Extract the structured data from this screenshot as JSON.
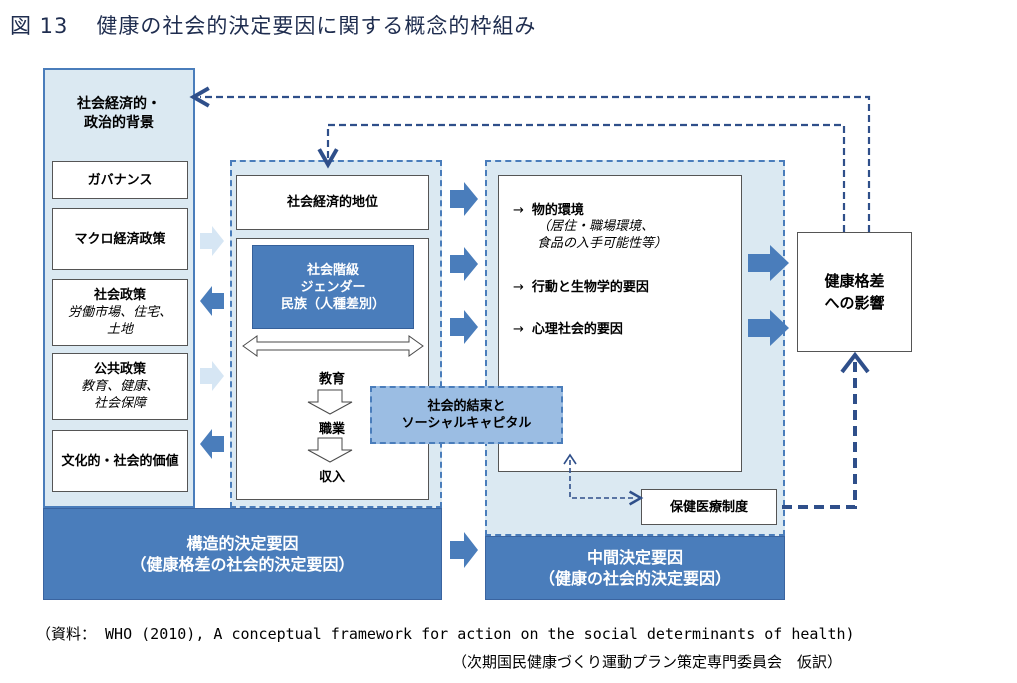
{
  "title": {
    "number": "図 13",
    "text": "健康の社会的決定要因に関する概念的枠組み"
  },
  "context": {
    "header_line1": "社会経済的・",
    "header_line2": "政治的背景",
    "items": [
      {
        "label": "ガバナンス",
        "sub": []
      },
      {
        "label": "マクロ経済政策",
        "sub": []
      },
      {
        "label": "社会政策",
        "sub": [
          "労働市場、住宅、",
          "土地"
        ]
      },
      {
        "label": "公共政策",
        "sub": [
          "教育、健康、",
          "社会保障"
        ]
      },
      {
        "label": "文化的・社会的価値",
        "sub": []
      }
    ]
  },
  "structural": {
    "position_label": "社会経済的地位",
    "strata": [
      "社会階級",
      "ジェンダー",
      "民族（人種差別）"
    ],
    "flow": [
      "教育",
      "職業",
      "収入"
    ]
  },
  "social_cohesion": [
    "社会的結束と",
    "ソーシャルキャピタル"
  ],
  "intermediary": {
    "items": [
      {
        "label": "物的環境",
        "sub": [
          "（居住・職場環境、",
          "食品の入手可能性等）"
        ]
      },
      {
        "label": "行動と生物学的要因",
        "sub": []
      },
      {
        "label": "心理社会的要因",
        "sub": []
      }
    ],
    "health_system": "保健医療制度"
  },
  "outcome": [
    "健康格差",
    "への影響"
  ],
  "bottom_left": [
    "構造的決定要因",
    "（健康格差の社会的決定要因）"
  ],
  "bottom_right": [
    "中間決定要因",
    "（健康の社会的決定要因）"
  ],
  "source_line1": "（資料： WHO (2010), A conceptual framework for action on the social determinants of health)",
  "source_line2": "（次期国民健康づくり運動プラン策定専門委員会　仮訳）",
  "colors": {
    "accent": "#4a7dbb",
    "panel": "#dbe9f2",
    "cohesion": "#9bbde3",
    "dash": "#2f4f8a",
    "pale_arrow": "#d6e6f4"
  }
}
